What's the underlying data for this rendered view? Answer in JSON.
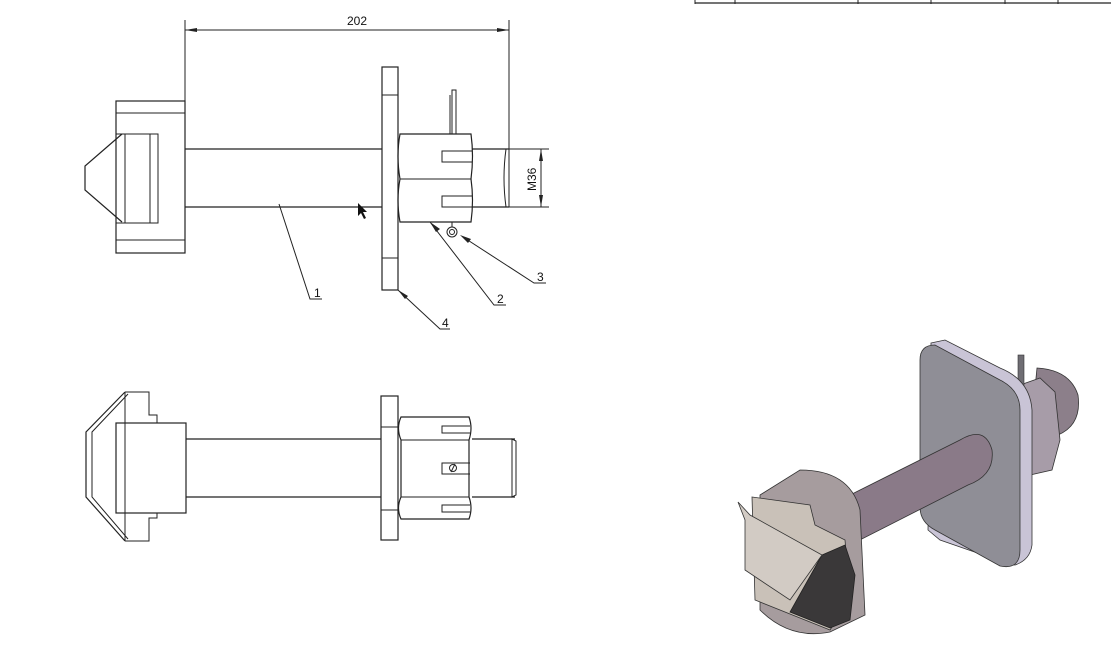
{
  "drawing": {
    "dimensions": {
      "overall_length": "202",
      "thread_size": "M36"
    },
    "balloons": [
      "1",
      "2",
      "3",
      "4"
    ]
  },
  "colors": {
    "line": "#222222",
    "plate": "#8f8e96",
    "plate_edge": "#c9c4d6",
    "shaft": "#8a7a88",
    "head": "#c9c1b8",
    "head_dark": "#3a3839"
  }
}
